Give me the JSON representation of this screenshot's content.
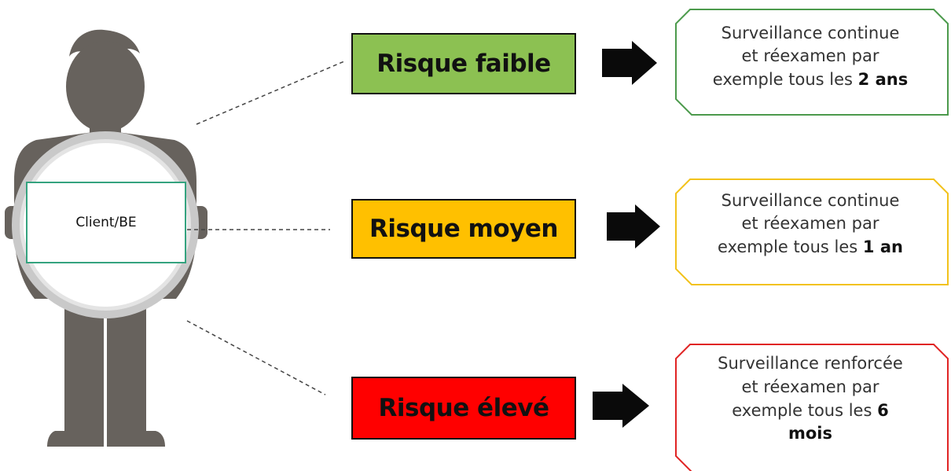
{
  "client_label": "Client/BE",
  "colors": {
    "figure": "#67625d",
    "low": "#8cc152",
    "medium": "#ffc000",
    "high": "#ff0000",
    "client_border": "#35a37f"
  },
  "risks": [
    {
      "label": "Risque faible",
      "line1": "Surveillance continue",
      "line2": "et réexamen par",
      "line3_prefix": "exemple tous les ",
      "line3_bold": "2 ans",
      "line4": ""
    },
    {
      "label": "Risque moyen",
      "line1": "Surveillance continue",
      "line2": "et réexamen par",
      "line3_prefix": "exemple tous les ",
      "line3_bold": "1 an",
      "line4": ""
    },
    {
      "label": "Risque élevé",
      "line1": "Surveillance renforcée",
      "line2": "et réexamen par",
      "line3_prefix": "exemple tous les ",
      "line3_bold": "6",
      "line4": "mois"
    }
  ]
}
